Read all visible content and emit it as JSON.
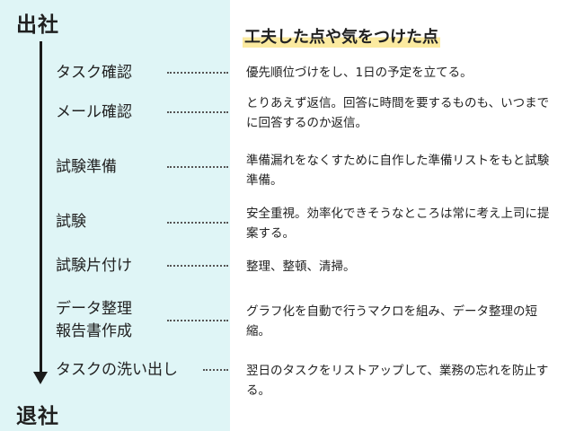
{
  "start_label": "出社",
  "end_label": "退社",
  "header": "工夫した点や気をつけた点",
  "tasks": [
    "タスク確認",
    "メール確認",
    "試験準備",
    "試験",
    "試験片付け",
    "データ整理\n報告書作成",
    "タスクの洗い出し"
  ],
  "notes": [
    "優先順位づけをし、1日の予定を立てる。",
    "とりあえず返信。回答に時間を要するものも、いつまでに回答するのか返信。",
    "準備漏れをなくすために自作した準備リストをもと試験準備。",
    "安全重視。効率化できそうなところは常に考え上司に提案する。",
    "整理、整頓、清掃。",
    "グラフ化を自動で行うマクロを組み、データ整理の短縮。",
    "翌日のタスクをリストアップして、業務の忘れを防止する。"
  ],
  "colors": {
    "left_panel": "#dff5f6",
    "header_highlight": "#fbeaa0"
  }
}
